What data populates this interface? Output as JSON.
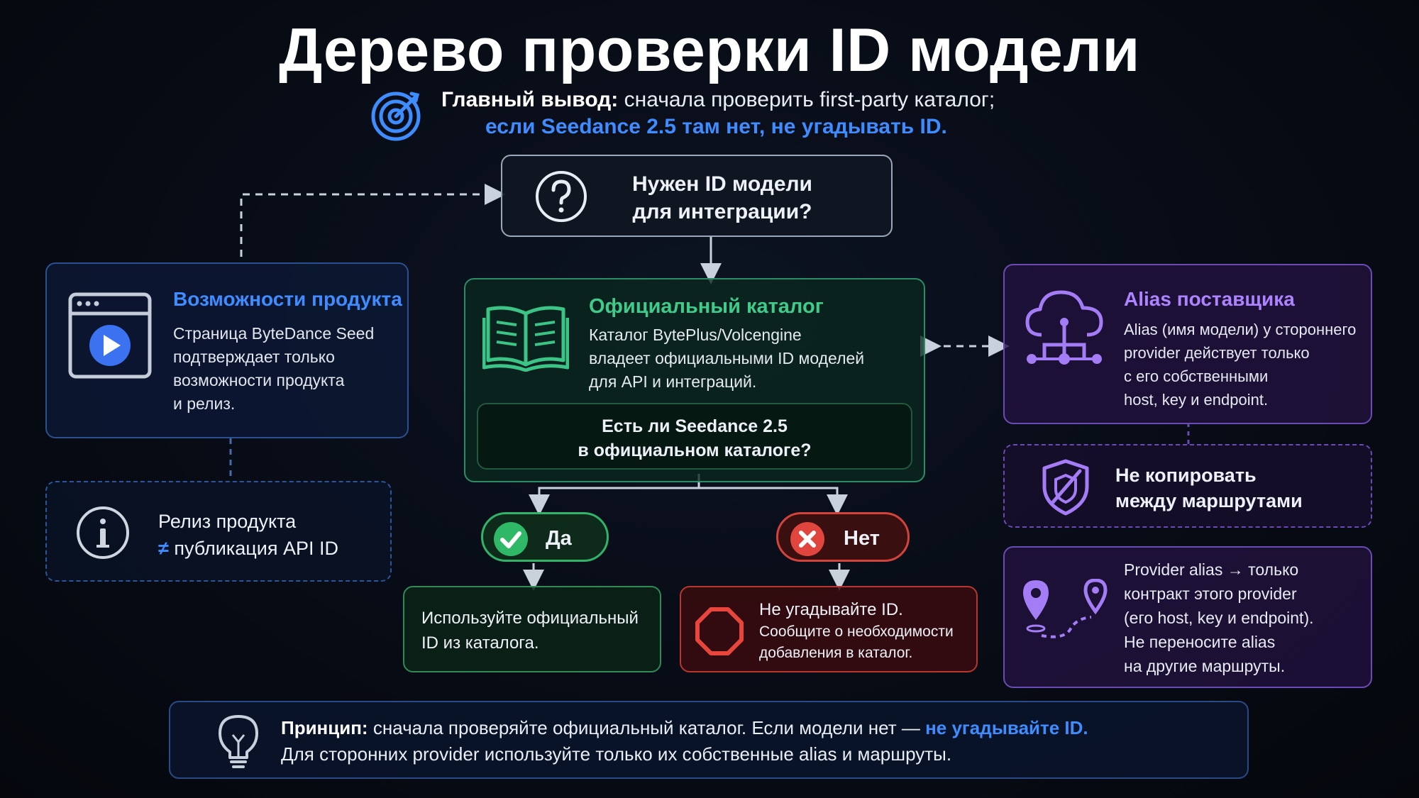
{
  "title": "Дерево проверки ID модели",
  "subtitle": {
    "lead_bold": "Главный вывод:",
    "lead_rest": "сначала проверить first-party каталог;",
    "accent": "если Seedance 2.5 там нет, не угадывать ID."
  },
  "question_node": {
    "icon": "question-icon",
    "line1": "Нужен ID модели",
    "line2": "для интеграции?"
  },
  "product_node": {
    "icon": "video-player-icon",
    "title": "Возможности продукта",
    "lines": [
      "Страница ByteDance Seed",
      "подтверждает только",
      "возможности продукта",
      "и релиз."
    ]
  },
  "release_note": {
    "icon": "info-icon",
    "line1": "Релиз продукта",
    "neq": "≠",
    "line2": "публикация API ID"
  },
  "catalog_node": {
    "icon": "open-book-icon",
    "title": "Официальный каталог",
    "lines": [
      "Каталог BytePlus/Volcengine",
      "владеет официальными ID моделей",
      "для API и интеграций."
    ],
    "question_line1": "Есть ли Seedance 2.5",
    "question_line2": "в официальном каталоге?"
  },
  "yes_branch": {
    "pill_label": "Да",
    "result_line1": "Используйте официальный",
    "result_line2": "ID из каталога."
  },
  "no_branch": {
    "pill_label": "Нет",
    "result_line1": "Не угадывайте ID.",
    "result_line2": "Сообщите о необходимости",
    "result_line3": "добавления в каталог."
  },
  "alias_node": {
    "icon": "cloud-network-icon",
    "title": "Alias поставщика",
    "lines": [
      "Alias (имя модели) у стороннего",
      "provider действует только",
      "с его собственными",
      "host, key и endpoint."
    ]
  },
  "no_copy_node": {
    "icon": "shield-slash-icon",
    "line1": "Не копировать",
    "line2": "между маршрутами"
  },
  "route_node": {
    "icon": "route-pins-icon",
    "lines": [
      "Provider alias → только",
      "контракт этого provider",
      "(его host, key и endpoint).",
      "Не переносите alias",
      "на другие маршруты."
    ]
  },
  "principle": {
    "icon": "lightbulb-icon",
    "bold": "Принцип:",
    "text1": "сначала проверяйте официальный каталог. Если модели нет —",
    "accent": "не угадывайте ID.",
    "text2": "Для сторонних provider используйте только их собственные alias и маршруты."
  },
  "colors": {
    "accent_blue": "#3f8cff",
    "green": "#39c07a",
    "purple": "#a87cff",
    "red": "#e0463e"
  }
}
